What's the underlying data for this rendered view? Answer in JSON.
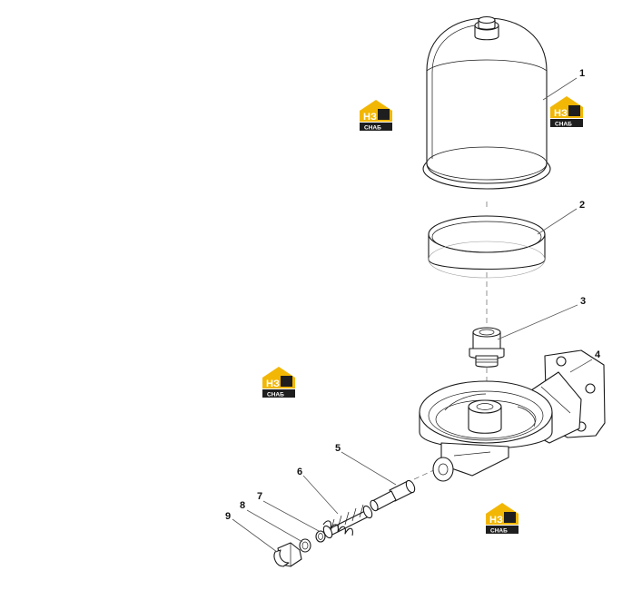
{
  "callouts": [
    {
      "id": "1",
      "label": "1"
    },
    {
      "id": "2",
      "label": "2"
    },
    {
      "id": "3",
      "label": "3"
    },
    {
      "id": "4",
      "label": "4"
    },
    {
      "id": "5",
      "label": "5"
    },
    {
      "id": "6",
      "label": "6"
    },
    {
      "id": "7",
      "label": "7"
    },
    {
      "id": "8",
      "label": "8"
    },
    {
      "id": "9",
      "label": "9"
    }
  ],
  "watermark": {
    "brand_mark": "НЗ",
    "brand_sub": "СНАБ",
    "icon": "house-logo-icon",
    "colors": {
      "house": "#f2b705",
      "plate": "#1e1e1e",
      "text": "#ffffff"
    }
  },
  "colors": {
    "line": "#1a1a1a",
    "leader": "#555555",
    "background": "#ffffff"
  }
}
